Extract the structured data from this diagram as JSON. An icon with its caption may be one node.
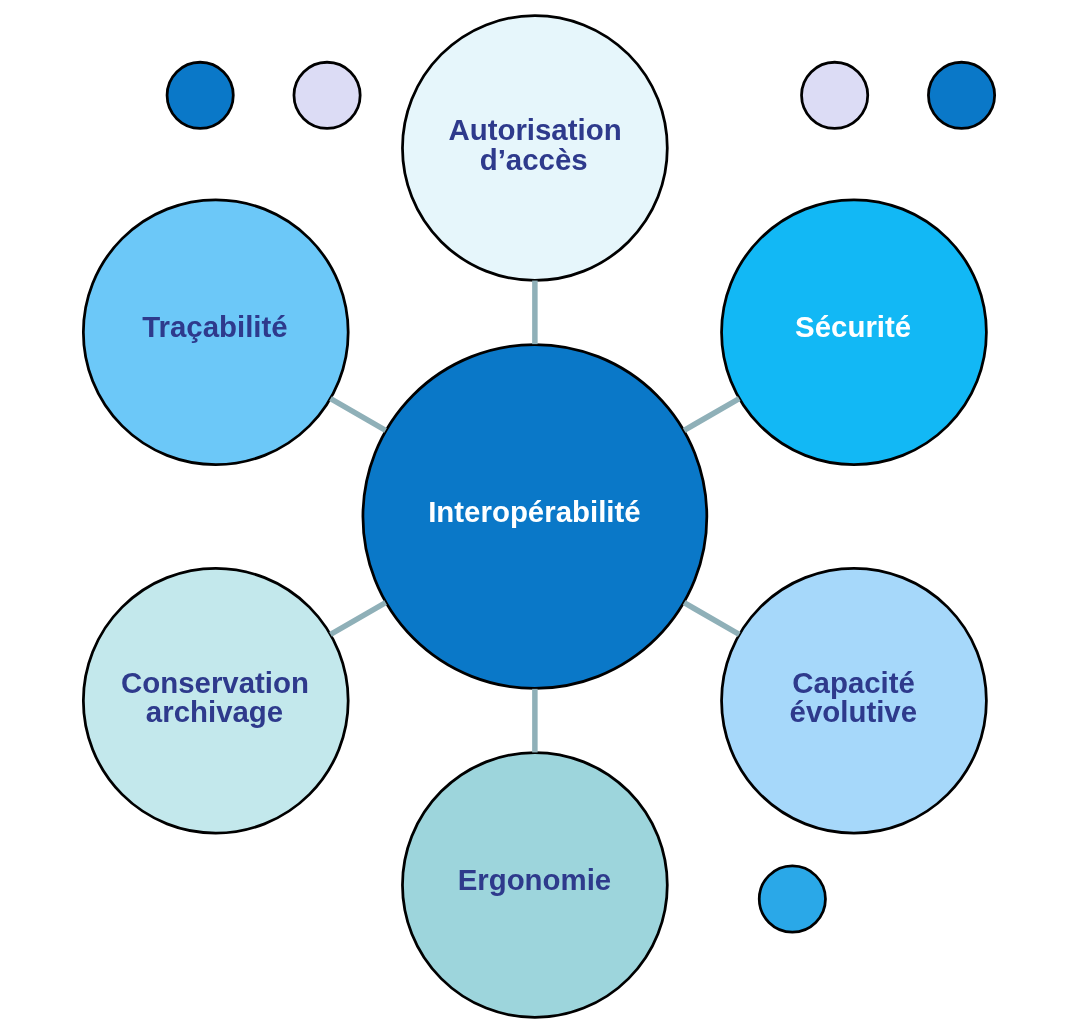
{
  "diagram": {
    "nodes": [
      {
        "text": [
          "Sécurité"
        ]
      },
      {
        "text": [
          "Autorisation d’accès"
        ]
      },
      {
        "text": [
          "Traçabilité"
        ]
      },
      {
        "text": [
          "Interopérabilité"
        ]
      },
      {
        "text": [
          "Conservation archivage"
        ]
      },
      {
        "text": [
          "Ergonomie"
        ]
      },
      {
        "text": [
          "Capacité évolutive"
        ]
      },
      {
        "text": [],
        "shape": "circle"
      },
      {
        "text": [],
        "shape": "circle"
      },
      {
        "text": [],
        "shape": "circle"
      },
      {
        "text": [],
        "shape": "circle"
      },
      {
        "text": [],
        "shape": "circle"
      }
    ],
    "edges": [
      {
        "from": 3,
        "to": 0,
        "arrow": "none"
      },
      {
        "from": 3,
        "to": 2,
        "arrow": "none"
      },
      {
        "from": 3,
        "to": 5,
        "arrow": "none"
      },
      {
        "from": 3,
        "to": 6,
        "arrow": "none"
      },
      {
        "from": 3,
        "to": 4,
        "arrow": "none"
      },
      {
        "from": 3,
        "to": 1,
        "arrow": "none"
      }
    ]
  }
}
